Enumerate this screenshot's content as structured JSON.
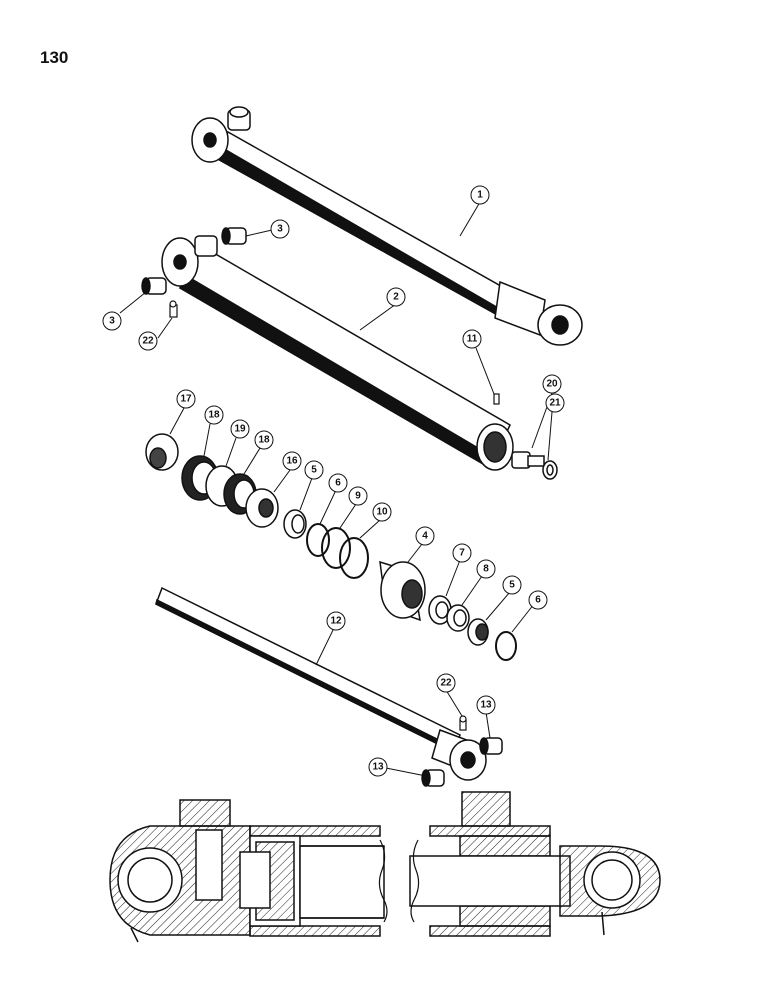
{
  "page_number": "130",
  "callouts": [
    {
      "id": "c1",
      "label": "1"
    },
    {
      "id": "c2",
      "label": "2"
    },
    {
      "id": "c3a",
      "label": "3"
    },
    {
      "id": "c3b",
      "label": "3"
    },
    {
      "id": "c22a",
      "label": "22"
    },
    {
      "id": "c11",
      "label": "11"
    },
    {
      "id": "c20",
      "label": "20"
    },
    {
      "id": "c21",
      "label": "21"
    },
    {
      "id": "c17",
      "label": "17"
    },
    {
      "id": "c18a",
      "label": "18"
    },
    {
      "id": "c19",
      "label": "19"
    },
    {
      "id": "c18b",
      "label": "18"
    },
    {
      "id": "c16",
      "label": "16"
    },
    {
      "id": "c5a",
      "label": "5"
    },
    {
      "id": "c6a",
      "label": "6"
    },
    {
      "id": "c9",
      "label": "9"
    },
    {
      "id": "c10",
      "label": "10"
    },
    {
      "id": "c4",
      "label": "4"
    },
    {
      "id": "c7",
      "label": "7"
    },
    {
      "id": "c8",
      "label": "8"
    },
    {
      "id": "c5b",
      "label": "5"
    },
    {
      "id": "c6b",
      "label": "6"
    },
    {
      "id": "c12",
      "label": "12"
    },
    {
      "id": "c22b",
      "label": "22"
    },
    {
      "id": "c13a",
      "label": "13"
    },
    {
      "id": "c13b",
      "label": "13"
    }
  ]
}
